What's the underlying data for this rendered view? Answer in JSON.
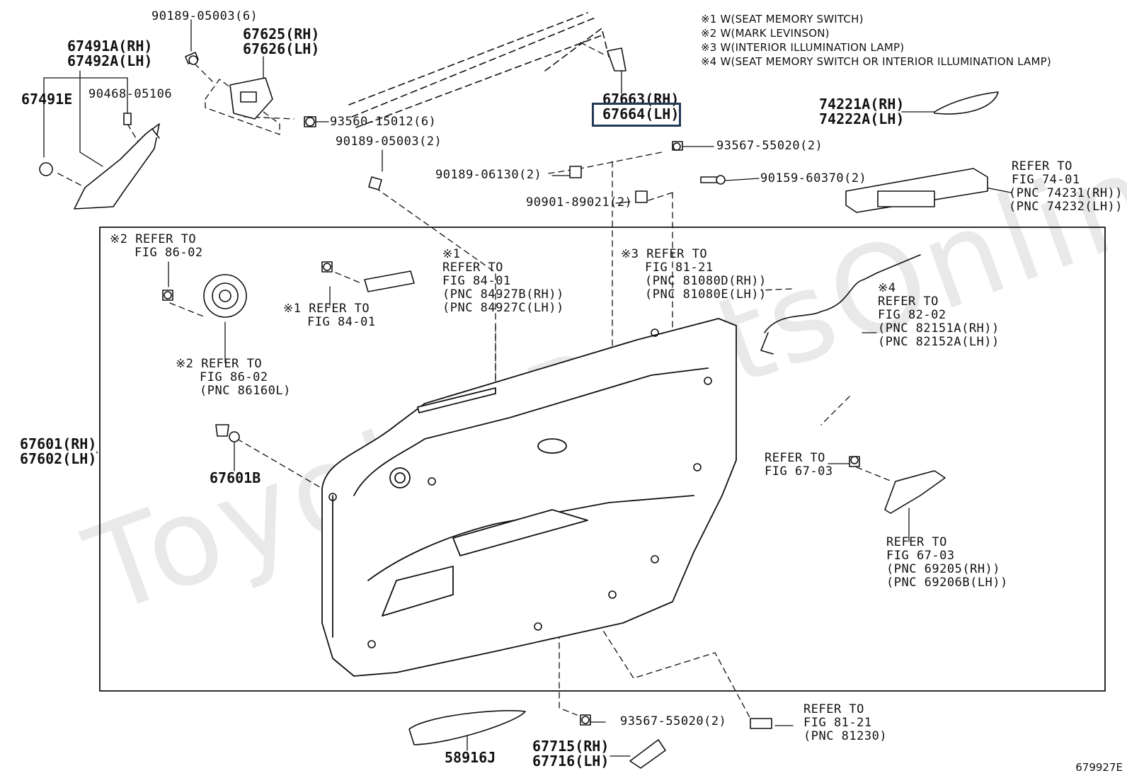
{
  "watermark": "Toyota-PartsOnline.ru",
  "figure_id": "679927E",
  "notes": [
    "※1  W(SEAT MEMORY SWITCH)",
    "※2  W(MARK LEVINSON)",
    "※3  W(INTERIOR ILLUMINATION LAMP)",
    "※4  W(SEAT MEMORY SWITCH OR INTERIOR ILLUMINATION LAMP)"
  ],
  "labels": {
    "p90189_05003_6": "90189-05003(6)",
    "p67625": "67625(RH)",
    "p67626": "67626(LH)",
    "p67491a": "67491A(RH)",
    "p67492a": "67492A(LH)",
    "p67491e": "67491E",
    "p90468": "90468-05106",
    "p93560": "93560-15012(6)",
    "p90189_05003_2": "90189-05003(2)",
    "p67663": "67663(RH)",
    "p67664": "67664(LH)",
    "p74221a": "74221A(RH)",
    "p74222a": "74222A(LH)",
    "p93567_top": "93567-55020(2)",
    "p90189_06130": "90189-06130(2)",
    "p90159": "90159-60370(2)",
    "p90901": "90901-89021(2)",
    "ref74_1": "REFER TO",
    "ref74_2": "FIG 74-01",
    "ref74_3": "(PNC 74231(RH))",
    "ref74_4": "(PNC 74232(LH))",
    "ref86a_1": "※2 REFER TO",
    "ref86a_2": "FIG 86-02",
    "ref84a_1": "※1",
    "ref84a_2": "REFER TO",
    "ref84a_3": "FIG 84-01",
    "ref84a_4": "(PNC 84927B(RH))",
    "ref84a_5": "(PNC 84927C(LH))",
    "ref81a_1": "※3 REFER TO",
    "ref81a_2": "FIG 81-21",
    "ref81a_3": "(PNC 81080D(RH))",
    "ref81a_4": "(PNC 81080E(LH))",
    "ref84b_1": "※1 REFER TO",
    "ref84b_2": "FIG 84-01",
    "ref82_1": "※4",
    "ref82_2": "REFER TO",
    "ref82_3": "FIG 82-02",
    "ref82_4": "(PNC 82151A(RH))",
    "ref82_5": "(PNC 82152A(LH))",
    "ref86b_1": "※2 REFER TO",
    "ref86b_2": "FIG 86-02",
    "ref86b_3": "(PNC 86160L)",
    "p67601": "67601(RH)",
    "p67602": "67602(LH)",
    "p67601b": "67601B",
    "ref67a_1": "REFER TO",
    "ref67a_2": "FIG 67-03",
    "ref67b_1": "REFER TO",
    "ref67b_2": "FIG 67-03",
    "ref67b_3": "(PNC 69205(RH))",
    "ref67b_4": "(PNC 69206B(LH))",
    "p93567_bot": "93567-55020(2)",
    "ref81b_1": "REFER TO",
    "ref81b_2": "FIG 81-21",
    "ref81b_3": "(PNC 81230)",
    "p58916j": "58916J",
    "p67715": "67715(RH)",
    "p67716": "67716(LH)"
  }
}
